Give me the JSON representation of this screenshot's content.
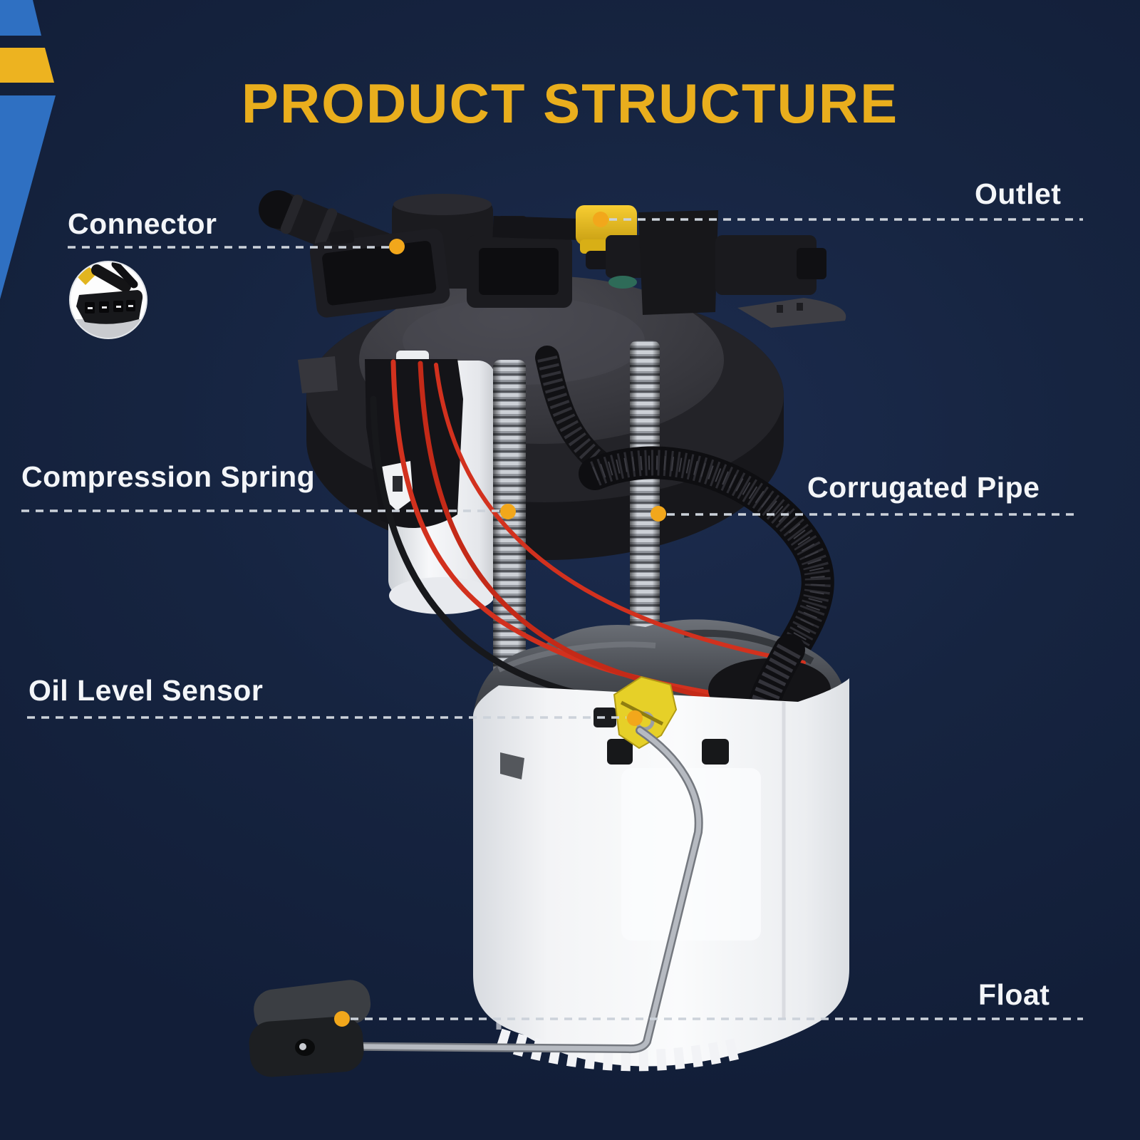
{
  "title": "PRODUCT STRUCTURE",
  "colors": {
    "background_navy": "#162440",
    "accent_yellow": "#e9ae1d",
    "corner_blue": "#2f70c2",
    "corner_yellow": "#edb320",
    "label_text": "#f3f5f8",
    "callout_dot": "#f2a71b",
    "dashed_line": "#ccd2da",
    "wire_red": "#d2311e"
  },
  "callouts": [
    {
      "id": "connector",
      "label": "Connector"
    },
    {
      "id": "outlet",
      "label": "Outlet"
    },
    {
      "id": "compression-spring",
      "label": "Compression Spring"
    },
    {
      "id": "corrugated-pipe",
      "label": "Corrugated Pipe"
    },
    {
      "id": "oil-level-sensor",
      "label": "Oil Level Sensor"
    },
    {
      "id": "float",
      "label": "Float"
    }
  ]
}
